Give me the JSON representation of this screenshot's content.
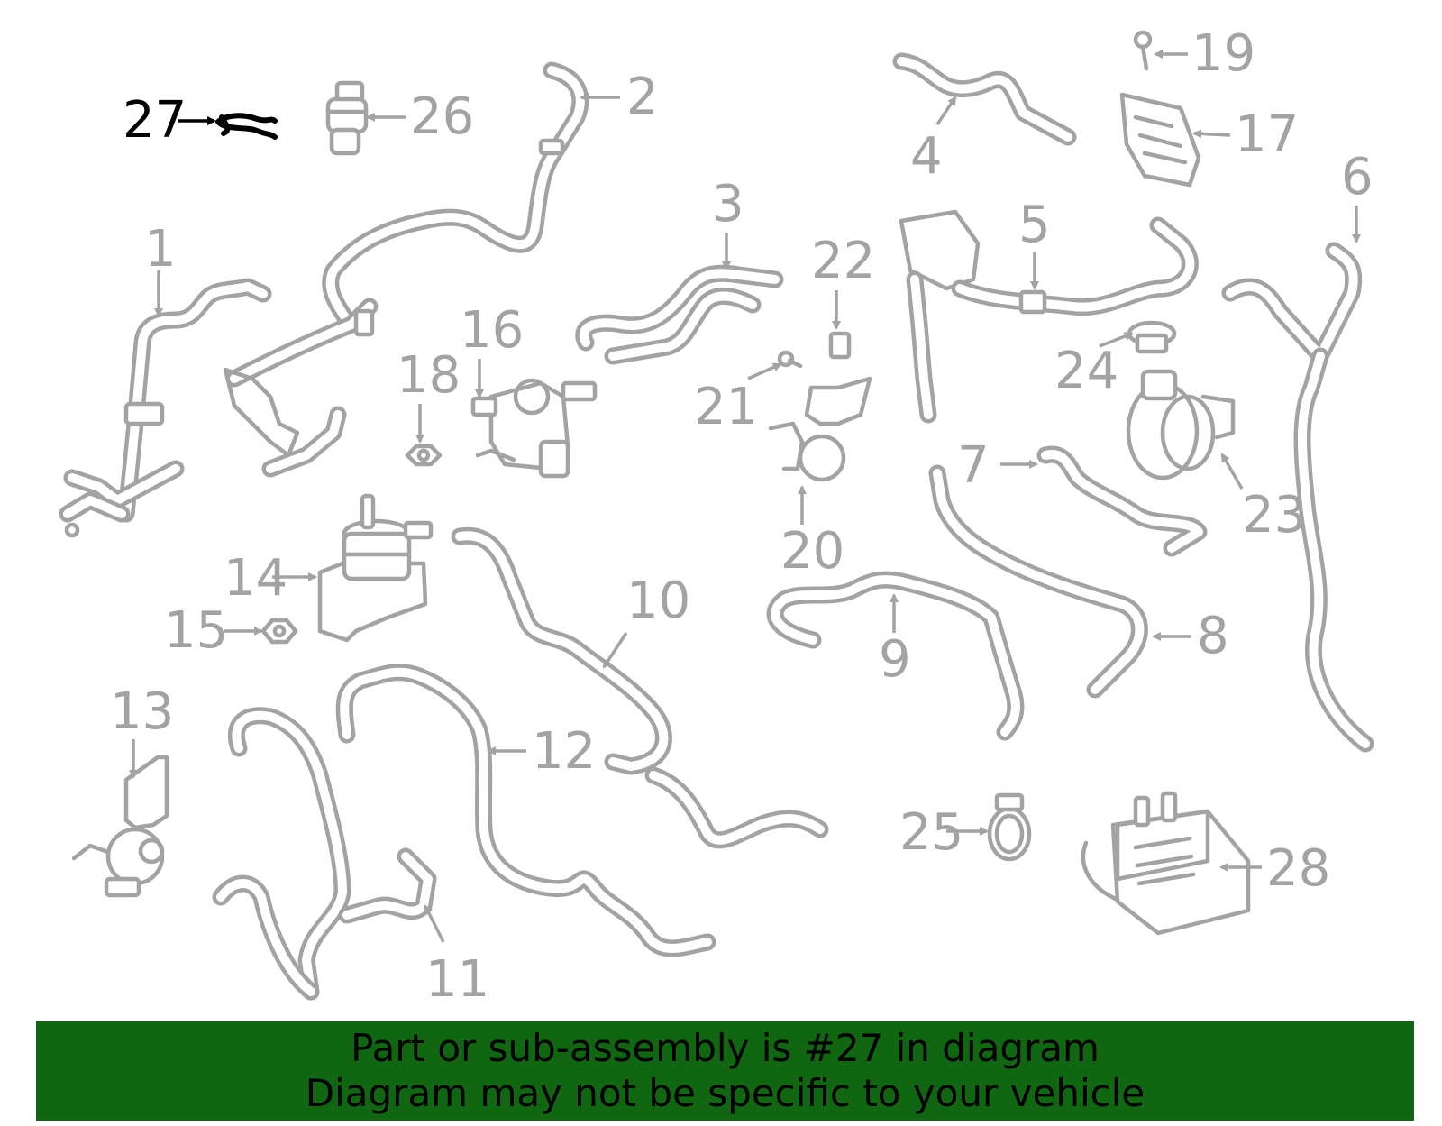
{
  "callouts": {
    "c1": "1",
    "c2": "2",
    "c3": "3",
    "c4": "4",
    "c5": "5",
    "c6": "6",
    "c7": "7",
    "c8": "8",
    "c9": "9",
    "c10": "10",
    "c11": "11",
    "c12": "12",
    "c13": "13",
    "c14": "14",
    "c15": "15",
    "c16": "16",
    "c17": "17",
    "c18": "18",
    "c19": "19",
    "c20": "20",
    "c21": "21",
    "c22": "22",
    "c23": "23",
    "c24": "24",
    "c25": "25",
    "c26": "26",
    "c27": "27",
    "c28": "28"
  },
  "highlighted_part": "27",
  "colors": {
    "line_art": "#a3a3a3",
    "highlight": "#000000",
    "banner_background": "#116611",
    "banner_text": "#000000"
  },
  "banner": {
    "line1": "Part or sub-assembly is #27 in diagram",
    "line2": "Diagram may not be specific to your vehicle"
  }
}
